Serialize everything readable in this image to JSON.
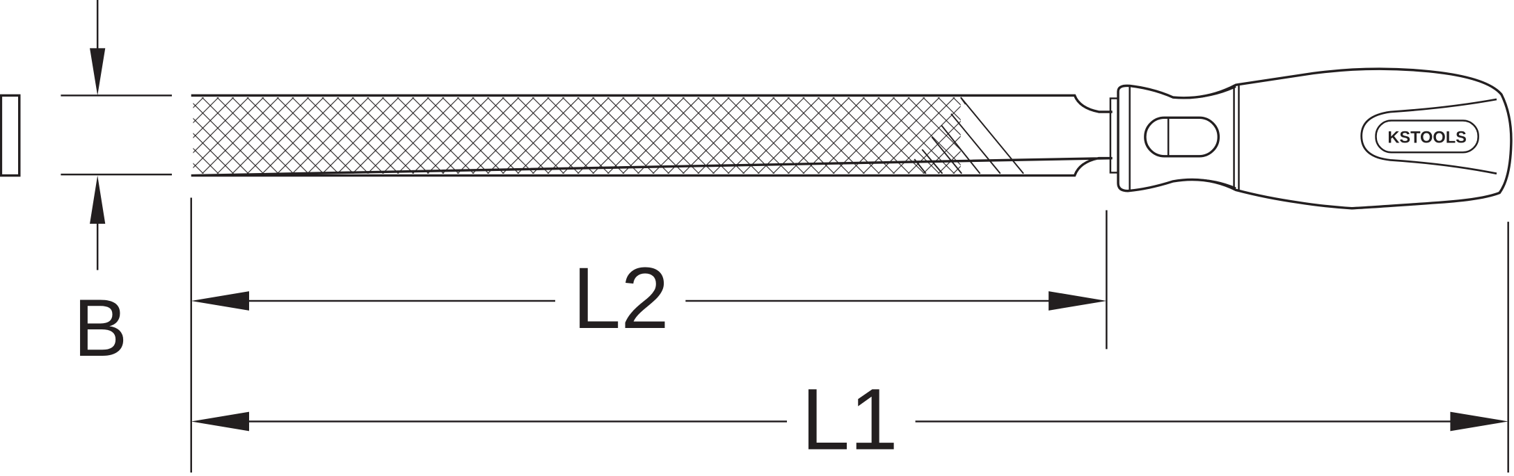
{
  "diagram": {
    "labels": {
      "width": "B",
      "blade_length": "L2",
      "total_length": "L1"
    },
    "logo": {
      "brand": "KSTOOLS"
    },
    "colors": {
      "line": "#231f20",
      "background": "#ffffff"
    }
  }
}
